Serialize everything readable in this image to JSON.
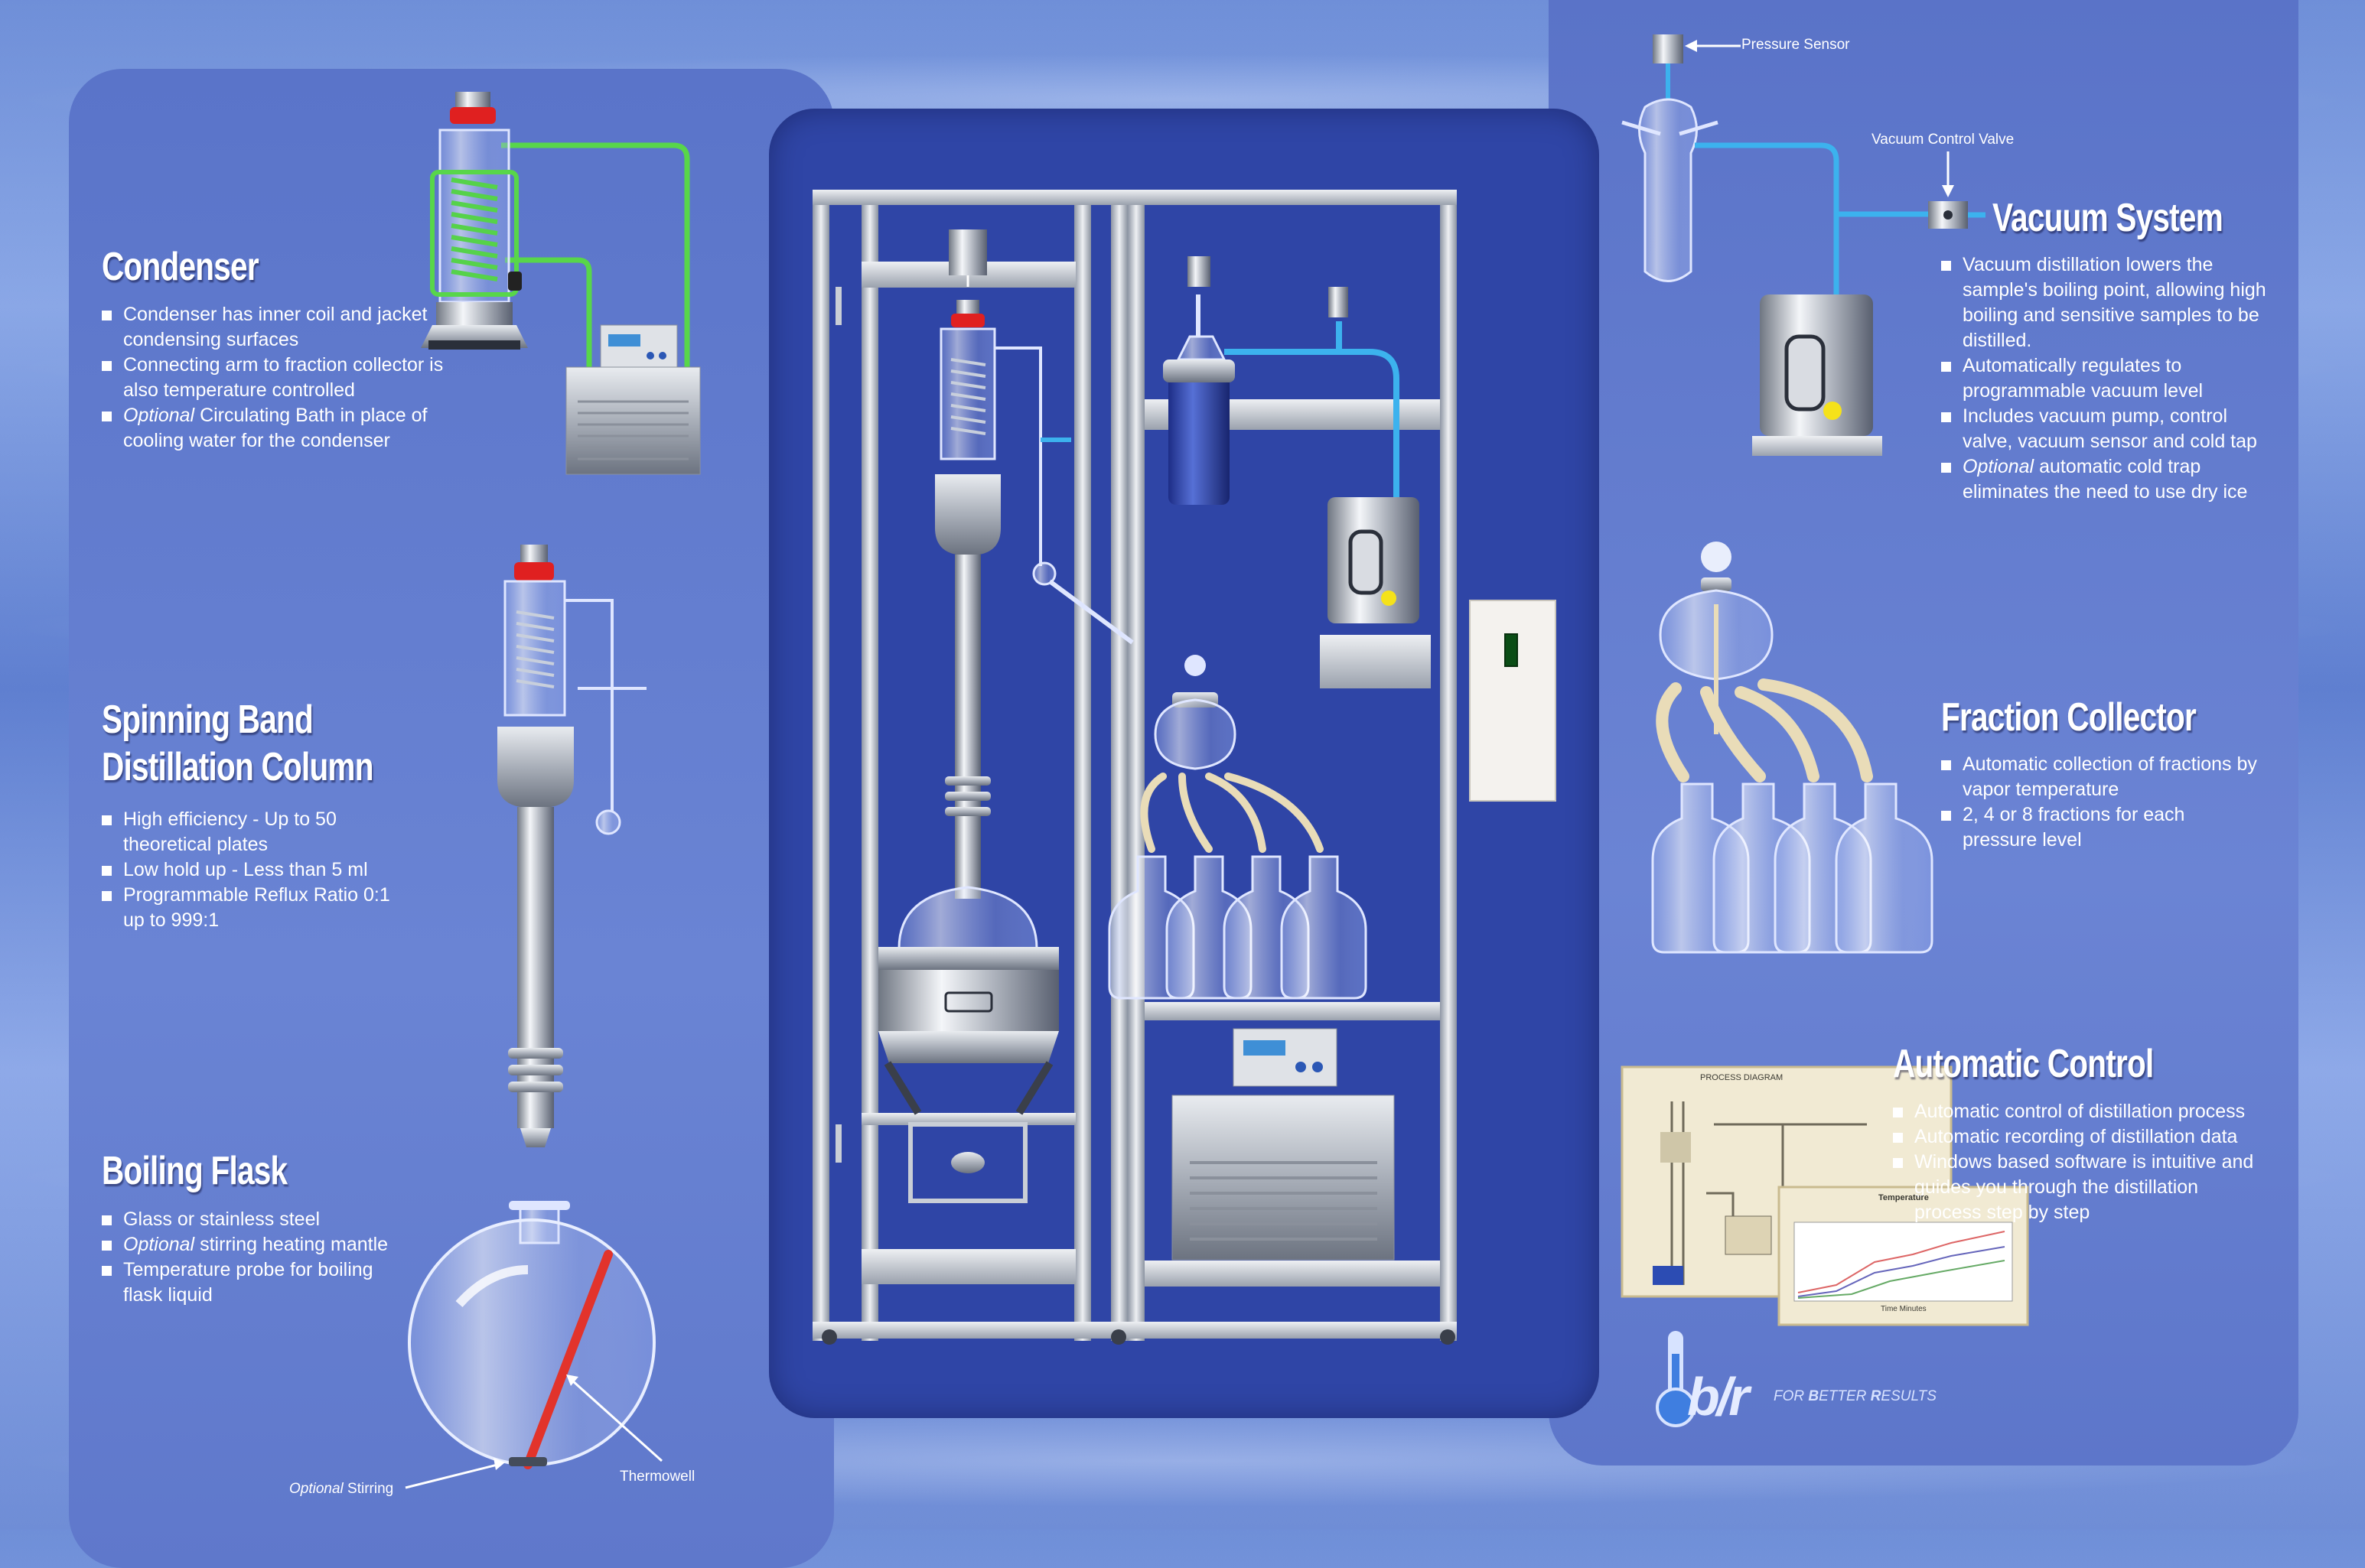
{
  "sections": {
    "condenser": {
      "title": "Condenser",
      "bullets": [
        {
          "prefix": "",
          "text": "Condenser has inner coil and jacket condensing surfaces"
        },
        {
          "prefix": "",
          "text": "Connecting arm to fraction collector is also temperature controlled"
        },
        {
          "prefix": "Optional",
          "text": " Circulating Bath in place of cooling water for the condenser"
        }
      ]
    },
    "spinning_band": {
      "title_line1": "Spinning Band",
      "title_line2": "Distillation Column",
      "bullets": [
        {
          "prefix": "",
          "text": "High efficiency - Up to 50 theoretical plates"
        },
        {
          "prefix": "",
          "text": "Low hold up - Less than 5 ml"
        },
        {
          "prefix": "",
          "text": "Programmable Reflux Ratio 0:1 up to 999:1"
        }
      ]
    },
    "boiling_flask": {
      "title": "Boiling Flask",
      "bullets": [
        {
          "prefix": "",
          "text": "Glass or stainless steel"
        },
        {
          "prefix": "Optional",
          "text": " stirring heating mantle"
        },
        {
          "prefix": "",
          "text": "Temperature probe for boiling flask liquid"
        }
      ],
      "labels": {
        "stirring_prefix": "Optional",
        "stirring": " Stirring",
        "thermowell": "Thermowell"
      }
    },
    "vacuum_system": {
      "title": "Vacuum System",
      "bullets": [
        {
          "prefix": "",
          "text": "Vacuum distillation lowers the sample's boiling point, allowing high boiling and sensitive samples to be distilled."
        },
        {
          "prefix": "",
          "text": "Automatically regulates to programmable vacuum level"
        },
        {
          "prefix": "",
          "text": "Includes vacuum pump, control valve, vacuum sensor and cold tap"
        },
        {
          "prefix": "Optional",
          "text": " automatic cold trap eliminates the need to use dry ice"
        }
      ],
      "labels": {
        "pressure_sensor": "Pressure Sensor",
        "vacuum_control_valve": "Vacuum Control Valve"
      }
    },
    "fraction_collector": {
      "title": "Fraction Collector",
      "bullets": [
        {
          "prefix": "",
          "text": "Automatic collection of fractions by vapor temperature"
        },
        {
          "prefix": "",
          "text": "2, 4 or 8 fractions for each pressure level"
        }
      ]
    },
    "automatic_control": {
      "title": "Automatic Control",
      "bullets": [
        {
          "prefix": "",
          "text": "Automatic control of distillation process"
        },
        {
          "prefix": "",
          "text": "Automatic recording of distillation data"
        },
        {
          "prefix": "",
          "text": "Windows based software is intuitive and guides you through the distillation process step by step"
        }
      ],
      "screens": {
        "process_diagram": "PROCESS DIAGRAM",
        "chart_title": "Temperature",
        "chart_xlabel": "Time Minutes"
      }
    }
  },
  "brand": {
    "logo": "b/r",
    "tagline_parts": [
      "FOR ",
      "B",
      "ETTER ",
      "R",
      "ESULTS"
    ]
  },
  "colors": {
    "background": "#7592dc",
    "panel": "#5d77cc",
    "cabinet": "#2f45a6",
    "water_tube": "#58d64a",
    "vacuum_tube": "#3cb2ee",
    "heater_rod": "#e2332b",
    "red_cap": "#e02020"
  }
}
